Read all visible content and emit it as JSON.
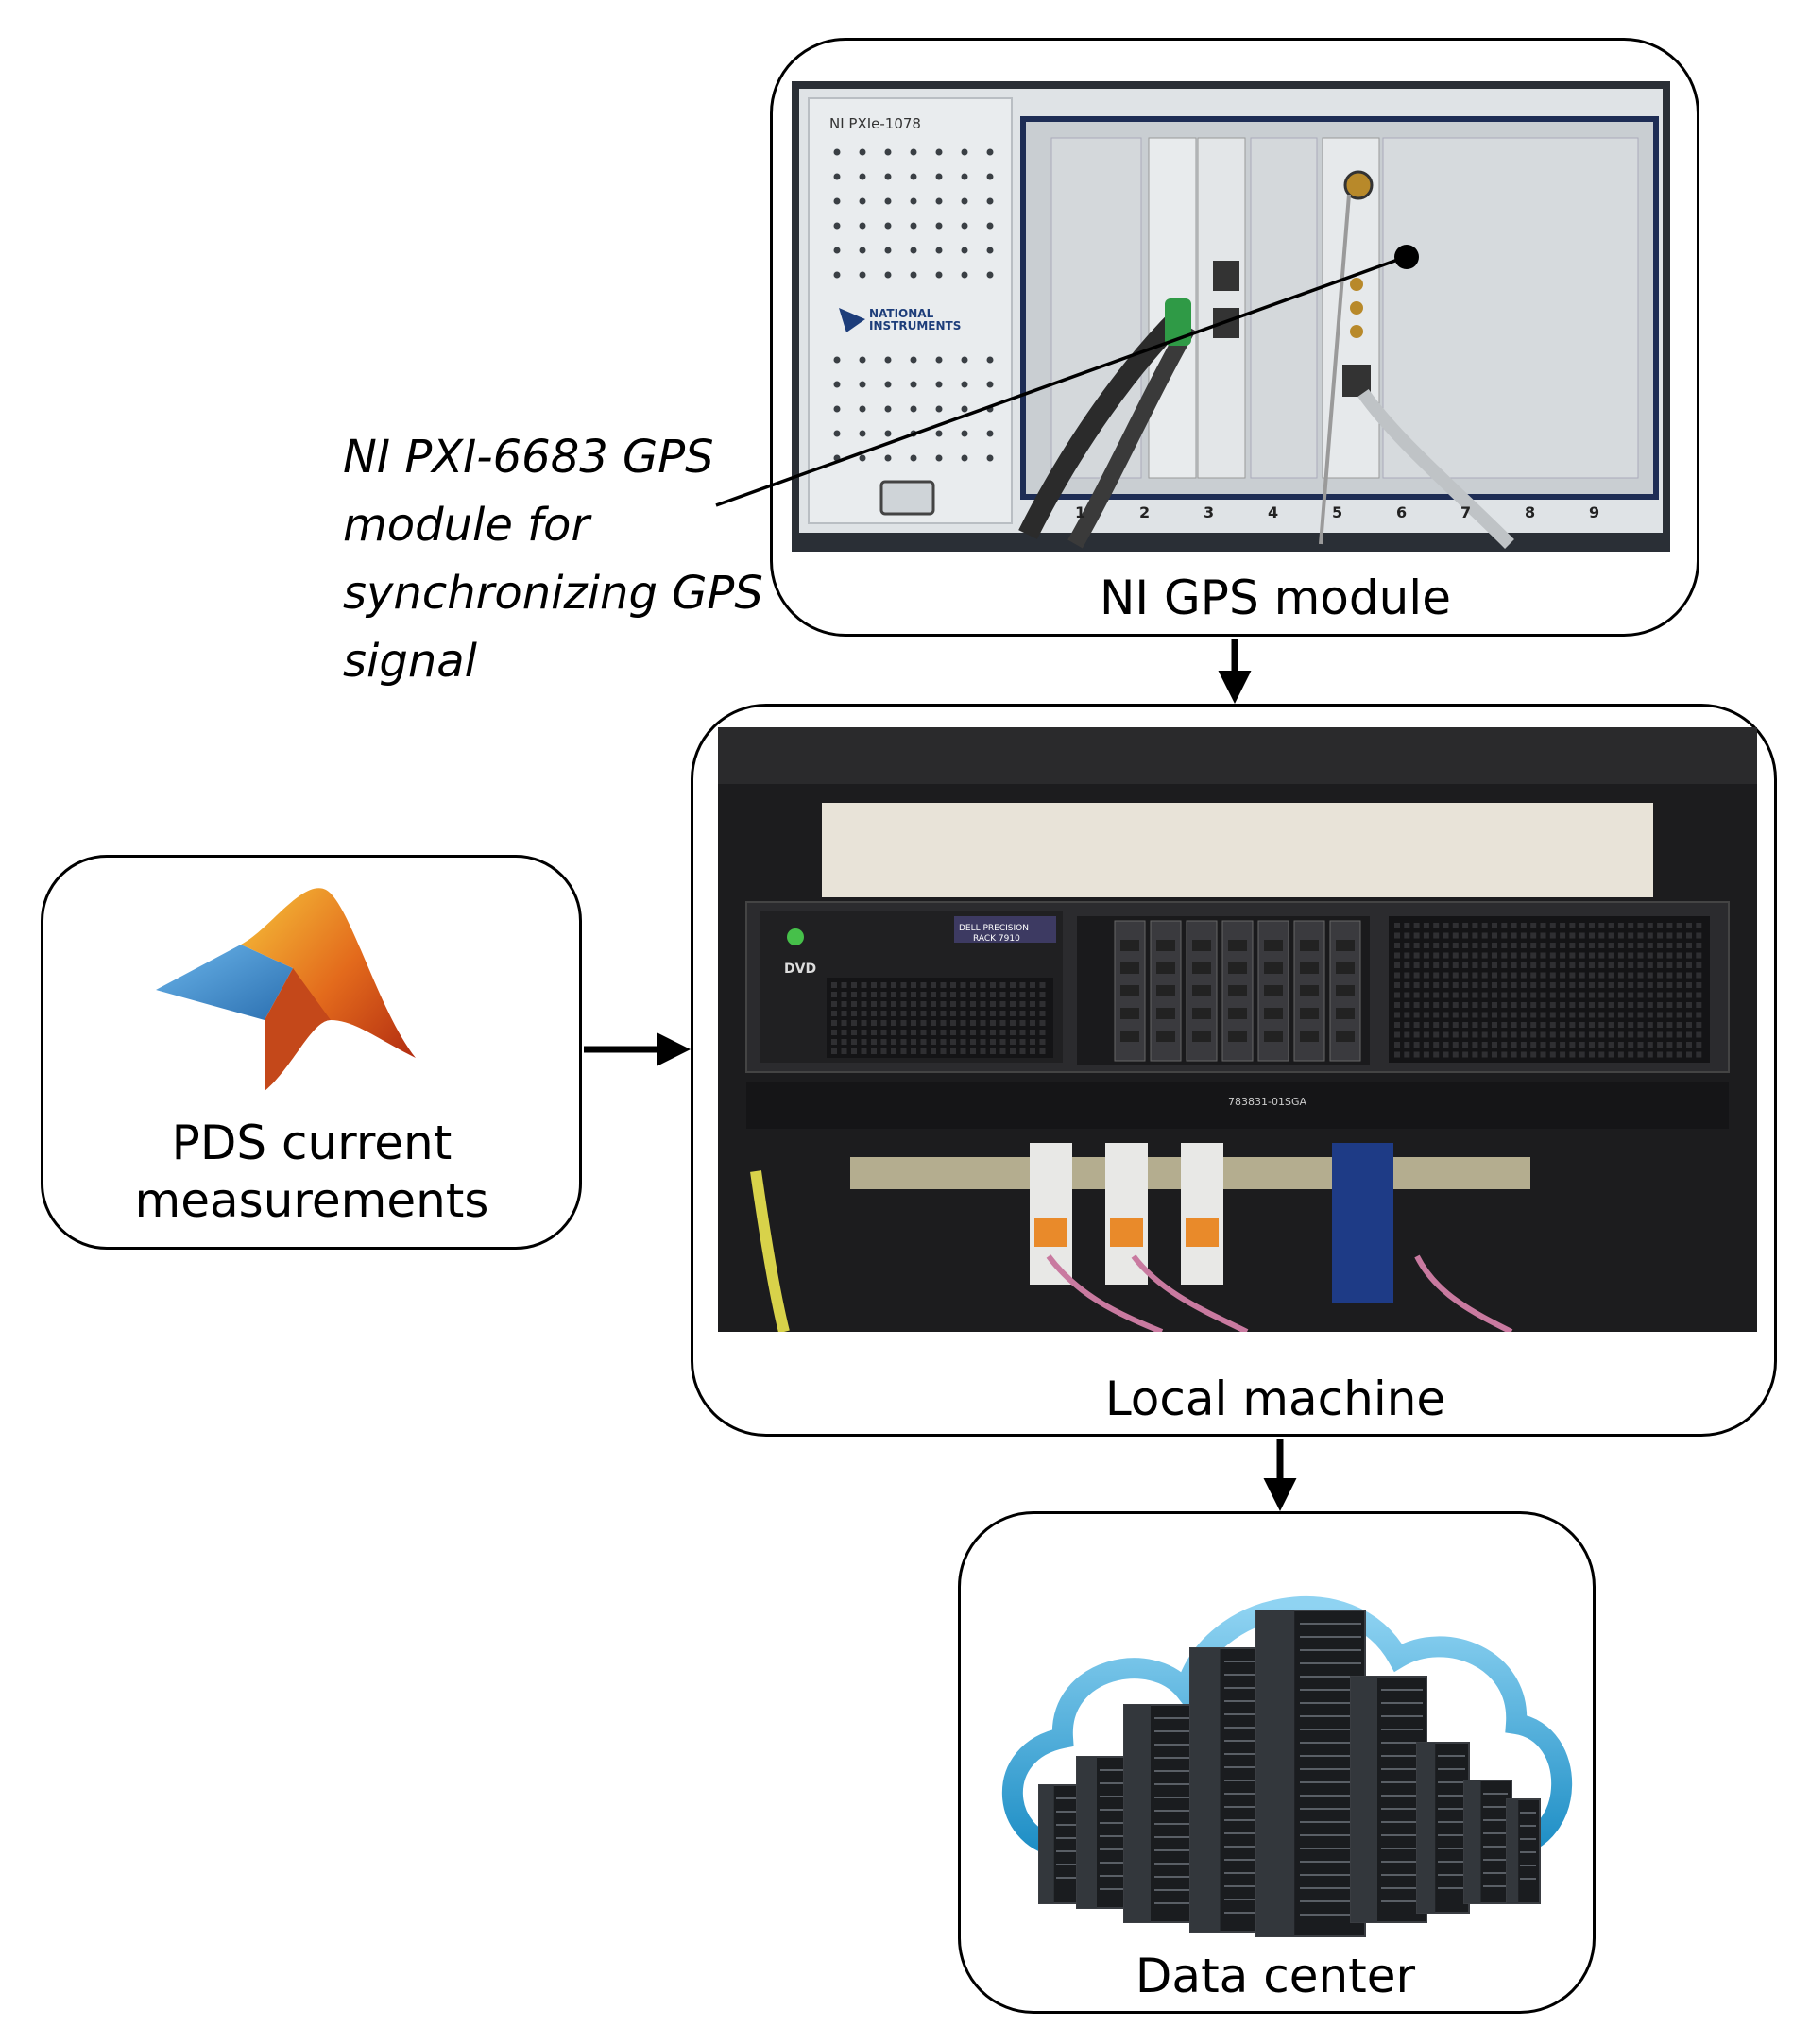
{
  "nodes": {
    "gps": {
      "label": "NI GPS module"
    },
    "local": {
      "label": "Local machine"
    },
    "matlab": {
      "label_line1": "PDS current",
      "label_line2": "measurements"
    },
    "datacenter": {
      "label": "Data center"
    }
  },
  "annotation": {
    "line1": "NI PXI-6683 GPS",
    "line2": "module for",
    "line3": "synchronizing GPS",
    "line4": "signal"
  },
  "photo_text": {
    "chassis_model": "NI PXIe-1078",
    "brand_line1": "NATIONAL",
    "brand_line2": "INSTRUMENTS",
    "slots": [
      "1",
      "2",
      "3",
      "4",
      "5",
      "6",
      "7",
      "8",
      "9"
    ],
    "server_brand": "DELL PRECISION",
    "server_model": "RACK 7910",
    "dvd": "DVD",
    "rack_part": "783831-01SGA"
  },
  "icons": {
    "matlab": "matlab-logo-icon",
    "datacenter": "cloud-server-icon"
  },
  "colors": {
    "border": "#000000",
    "cloud": "#2aa3d6",
    "matlab_blue": "#3c8fd0",
    "matlab_orange": "#e36a1c"
  }
}
